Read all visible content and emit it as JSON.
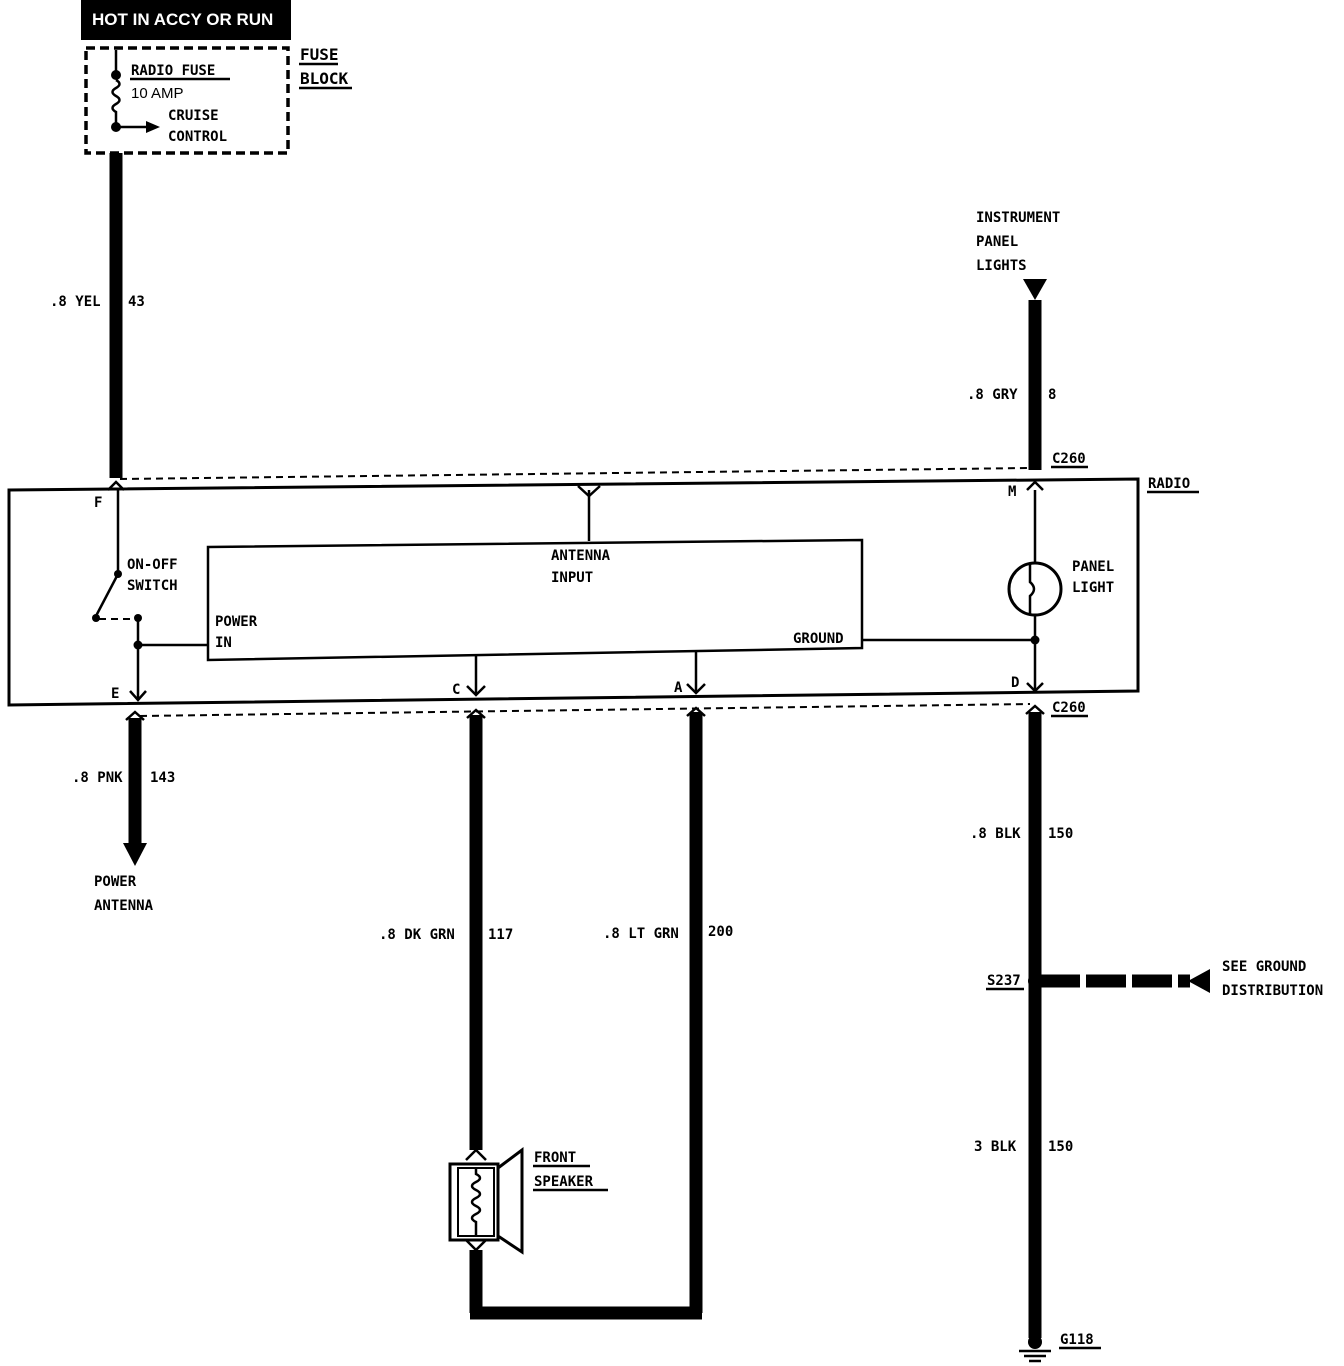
{
  "power_source": {
    "label": "HOT IN ACCY OR RUN"
  },
  "fuse_block": {
    "title_line1": "FUSE",
    "title_line2": "BLOCK",
    "fuse_name": "RADIO FUSE",
    "fuse_rating": "10 AMP",
    "branch_line1": "CRUISE",
    "branch_line2": "CONTROL"
  },
  "instrument_lights": {
    "line1": "INSTRUMENT",
    "line2": "PANEL",
    "line3": "LIGHTS"
  },
  "wires": {
    "feed": {
      "gauge_color": ".8 YEL",
      "circuit": "43"
    },
    "panel_lights": {
      "gauge_color": ".8 GRY",
      "circuit": "8"
    },
    "power_antenna": {
      "gauge_color": ".8 PNK",
      "circuit": "143"
    },
    "speaker_dk": {
      "gauge_color": ".8 DK GRN",
      "circuit": "117"
    },
    "speaker_lt": {
      "gauge_color": ".8 LT GRN",
      "circuit": "200"
    },
    "ground_upper": {
      "gauge_color": ".8 BLK",
      "circuit": "150"
    },
    "ground_lower": {
      "gauge_color": "3 BLK",
      "circuit": "150"
    }
  },
  "connectors": {
    "top": "C260",
    "bottom": "C260"
  },
  "radio": {
    "title": "RADIO",
    "pin_f": "F",
    "pin_m": "M",
    "pin_e": "E",
    "pin_c": "C",
    "pin_a": "A",
    "pin_d": "D",
    "switch_line1": "ON-OFF",
    "switch_line2": "SWITCH",
    "antenna_line1": "ANTENNA",
    "antenna_line2": "INPUT",
    "power_line1": "POWER",
    "power_line2": "IN",
    "ground_label": "GROUND",
    "panel_line1": "PANEL",
    "panel_line2": "LIGHT"
  },
  "power_antenna": {
    "line1": "POWER",
    "line2": "ANTENNA"
  },
  "speaker": {
    "line1": "FRONT",
    "line2": "SPEAKER"
  },
  "splice": {
    "label": "S237",
    "see_line1": "SEE GROUND",
    "see_line2": "DISTRIBUTION"
  },
  "ground": {
    "label": "G118"
  }
}
